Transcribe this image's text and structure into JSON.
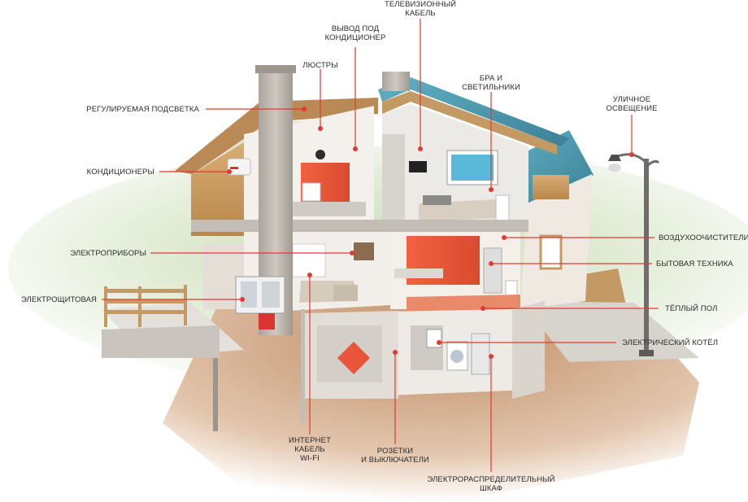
{
  "labels": {
    "tv_cable": "ТЕЛЕВИЗИОННЫЙ\nКАБЕЛЬ",
    "ac_outlet": "ВЫВОД ПОД\nКОНДИЦИОНЕР",
    "chandeliers": "ЛЮСТРЫ",
    "sconces": "БРА И\nСВЕТИЛЬНИКИ",
    "street_light": "УЛИЧНОЕ\nОСВЕЩЕНИЕ",
    "adjustable_lighting": "РЕГУЛИРУЕМАЯ ПОДСВЕТКА",
    "air_conditioners": "КОНДИЦИОНЕРЫ",
    "appliances": "ЭЛЕКТРОПРИБОРЫ",
    "switchboard": "ЭЛЕКТРОЩИТОВАЯ",
    "air_purifiers": "ВОЗДУХООЧИСТИТЕЛИ",
    "home_appliances": "БЫТОВАЯ ТЕХНИКА",
    "warm_floor": "ТЁПЛЫЙ ПОЛ",
    "electric_boiler": "ЭЛЕКТРИЧЕСКИЙ КОТЁЛ",
    "internet": "ИНТЕРНЕТ\nКАБЕЛЬ\nWI-FI",
    "sockets": "РОЗЕТКИ\nИ ВЫКЛЮЧАТЕЛИ",
    "distribution_cabinet": "ЭЛЕКТРОРАСПРЕДЕЛИТЕЛЬНЫЙ\nШКАФ"
  },
  "colors": {
    "leader_line": "#e03a32",
    "leader_dot": "#e03a32",
    "label_text": "#2b2b2b",
    "grass": "#9fbf7d",
    "soil": "#c9a27e",
    "roof": "#4e9ab0",
    "wood": "#c99a5f",
    "stone": "#b9b4ad",
    "accent_wall": "#e8553a"
  }
}
